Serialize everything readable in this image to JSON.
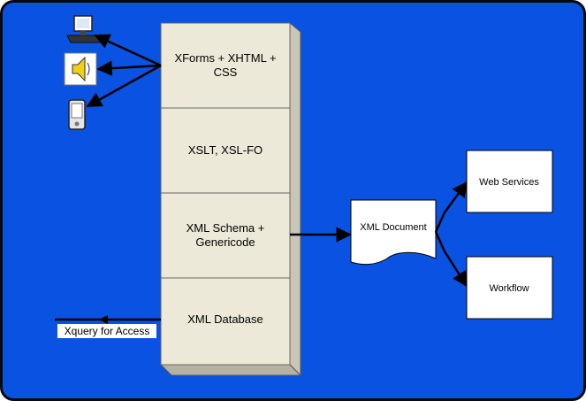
{
  "colors": {
    "background": "#0a52e1",
    "border": "#0a0a0a",
    "stack_face": "#ece9d8",
    "stack_side": "#c9c6b6",
    "box_fill": "#ffffff",
    "line": "#000000",
    "speaker": "#f2d019"
  },
  "stack": {
    "layers": [
      {
        "line1": "XForms + XHTML +",
        "line2": "CSS"
      },
      {
        "line1": "XSLT, XSL-FO",
        "line2": ""
      },
      {
        "line1": "XML Schema +",
        "line2": "Genericode"
      },
      {
        "line1": "XML Database",
        "line2": ""
      }
    ]
  },
  "document_label": "XML Document",
  "web_services_label": "Web Services",
  "workflow_label": "Workflow",
  "xquery_label": "Xquery for Access",
  "devices": [
    "computer-icon",
    "speaker-icon",
    "pda-icon"
  ]
}
